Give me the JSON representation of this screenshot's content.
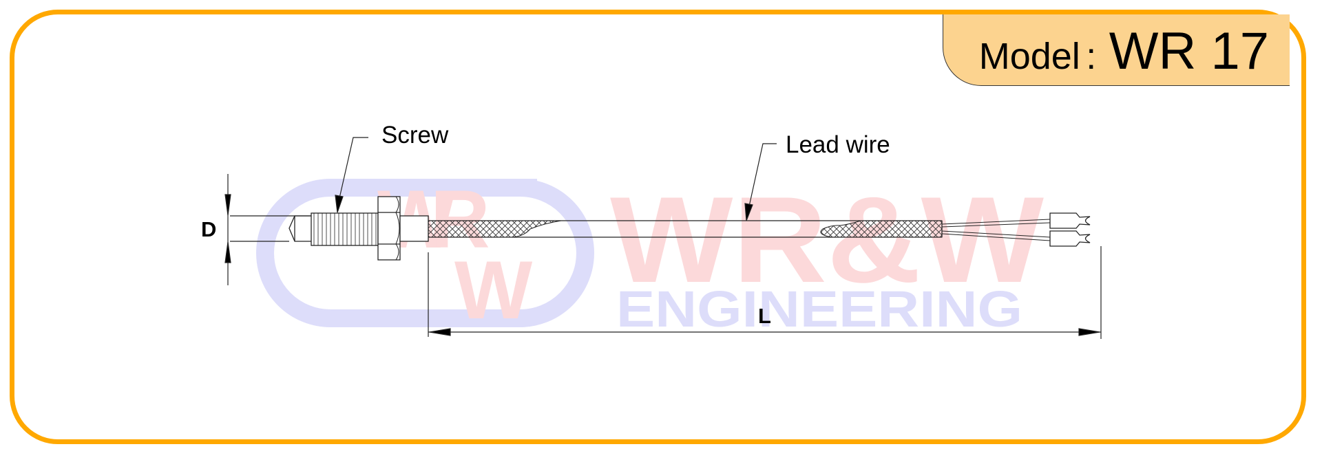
{
  "header": {
    "model_label": "Model",
    "model_separator": ":",
    "model_value": "WR 17"
  },
  "drawing": {
    "callouts": {
      "screw": "Screw",
      "lead_wire": "Lead wire"
    },
    "dimensions": {
      "diameter": "D",
      "length": "L"
    }
  },
  "watermark": {
    "brand": "WR&W",
    "subtitle": "ENGINEERING",
    "logo_letters": [
      "W",
      "R",
      "W"
    ]
  },
  "colors": {
    "frame": "#FFA800",
    "tab_fill": "#FCD38F",
    "watermark_red": "#FCD9DA",
    "watermark_blue": "#DDDDFA",
    "line": "#222222"
  }
}
